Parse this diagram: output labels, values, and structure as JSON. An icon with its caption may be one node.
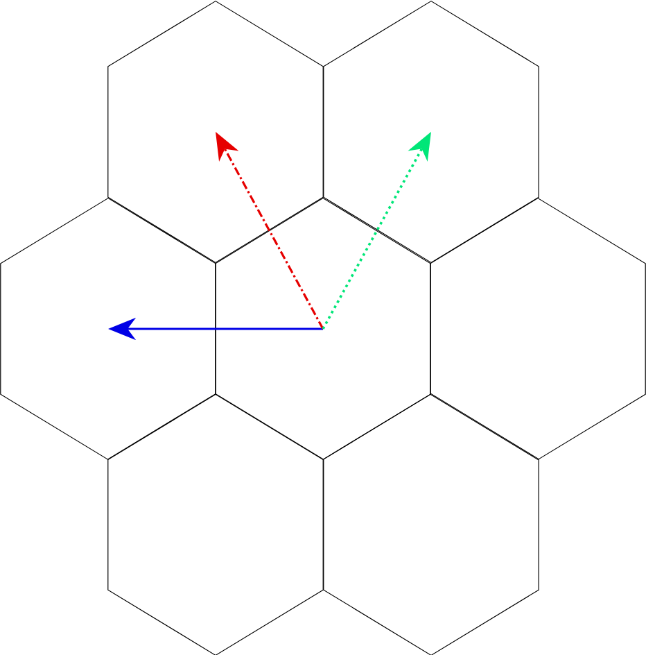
{
  "diagram": {
    "nodes": [
      {
        "text": [],
        "shape": "hexagon"
      },
      {
        "text": [],
        "shape": "hexagon"
      },
      {
        "text": [],
        "shape": "hexagon"
      },
      {
        "text": [],
        "shape": "hexagon"
      },
      {
        "text": [],
        "shape": "hexagon"
      },
      {
        "text": [],
        "shape": "hexagon"
      },
      {
        "text": [],
        "shape": "hexagon"
      }
    ],
    "edges": [
      {
        "from": 3,
        "to": 2,
        "arrow": "to",
        "color": "#0000e6"
      },
      {
        "from": 3,
        "to": 0,
        "arrow": "to",
        "style": "dashed",
        "color": "#e60000"
      },
      {
        "from": 3,
        "to": 1,
        "arrow": "to",
        "style": "dashed",
        "color": "#00e678"
      }
    ]
  }
}
